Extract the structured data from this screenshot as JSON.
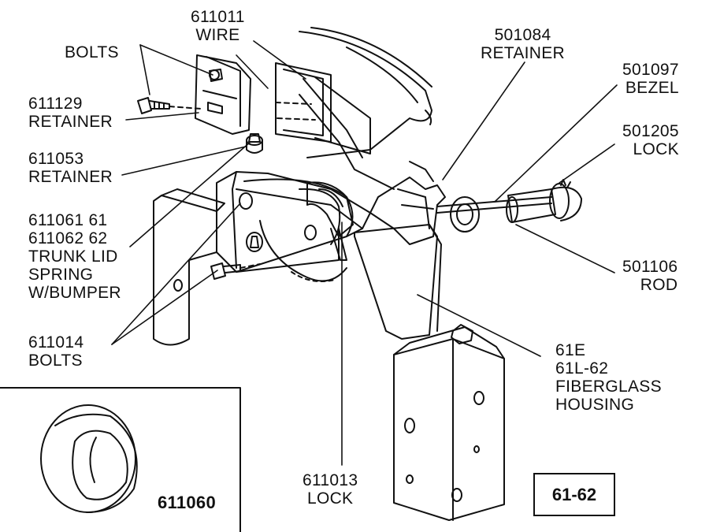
{
  "labels": {
    "wire": "611011\nWIRE",
    "bolts_top": "BOLTS",
    "retainer_611129": "611129\nRETAINER",
    "retainer_611053": "611053\nRETAINER",
    "trunk_lid_spring": "611061 61\n611062 62\nTRUNK LID\nSPRING\nW/BUMPER",
    "bolts_611014": "611014\nBOLTS",
    "retainer_501084": "501084\nRETAINER",
    "bezel_501097": "501097\nBEZEL",
    "lock_501205": "501205\nLOCK",
    "rod_501106": "501106\nROD",
    "housing_61e": "61E\n61L-62\nFIBERGLASS\nHOUSING",
    "lock_611013": "611013\nLOCK",
    "bumper_611060": "611060",
    "figure_id": "61-62"
  },
  "colors": {
    "ink": "#111111",
    "background": "#ffffff"
  }
}
